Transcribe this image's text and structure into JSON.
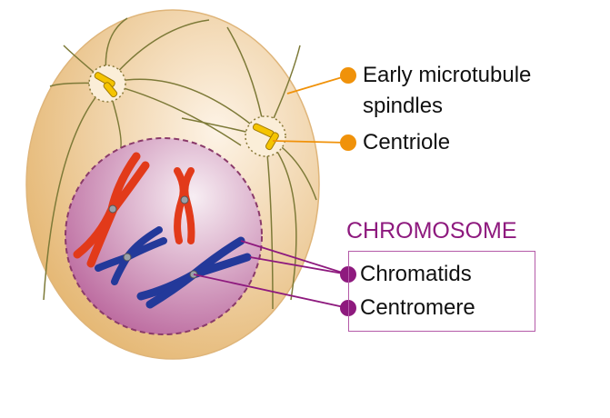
{
  "labels": {
    "spindles_line1": "Early microtubule",
    "spindles_line2": "spindles",
    "centriole": "Centriole",
    "chromosome_title": "CHROMOSOME",
    "chromatids": "Chromatids",
    "centromere": "Centromere"
  },
  "colors": {
    "cytoplasm": "#f3d3a4",
    "nucleus": "#d69ac0",
    "spindle_label": "#f0920a",
    "chromosome_label": "#8e1a7e",
    "red_chromosome": "#e23a1a",
    "blue_chromosome": "#23399a",
    "centriole": "#f5c400"
  }
}
